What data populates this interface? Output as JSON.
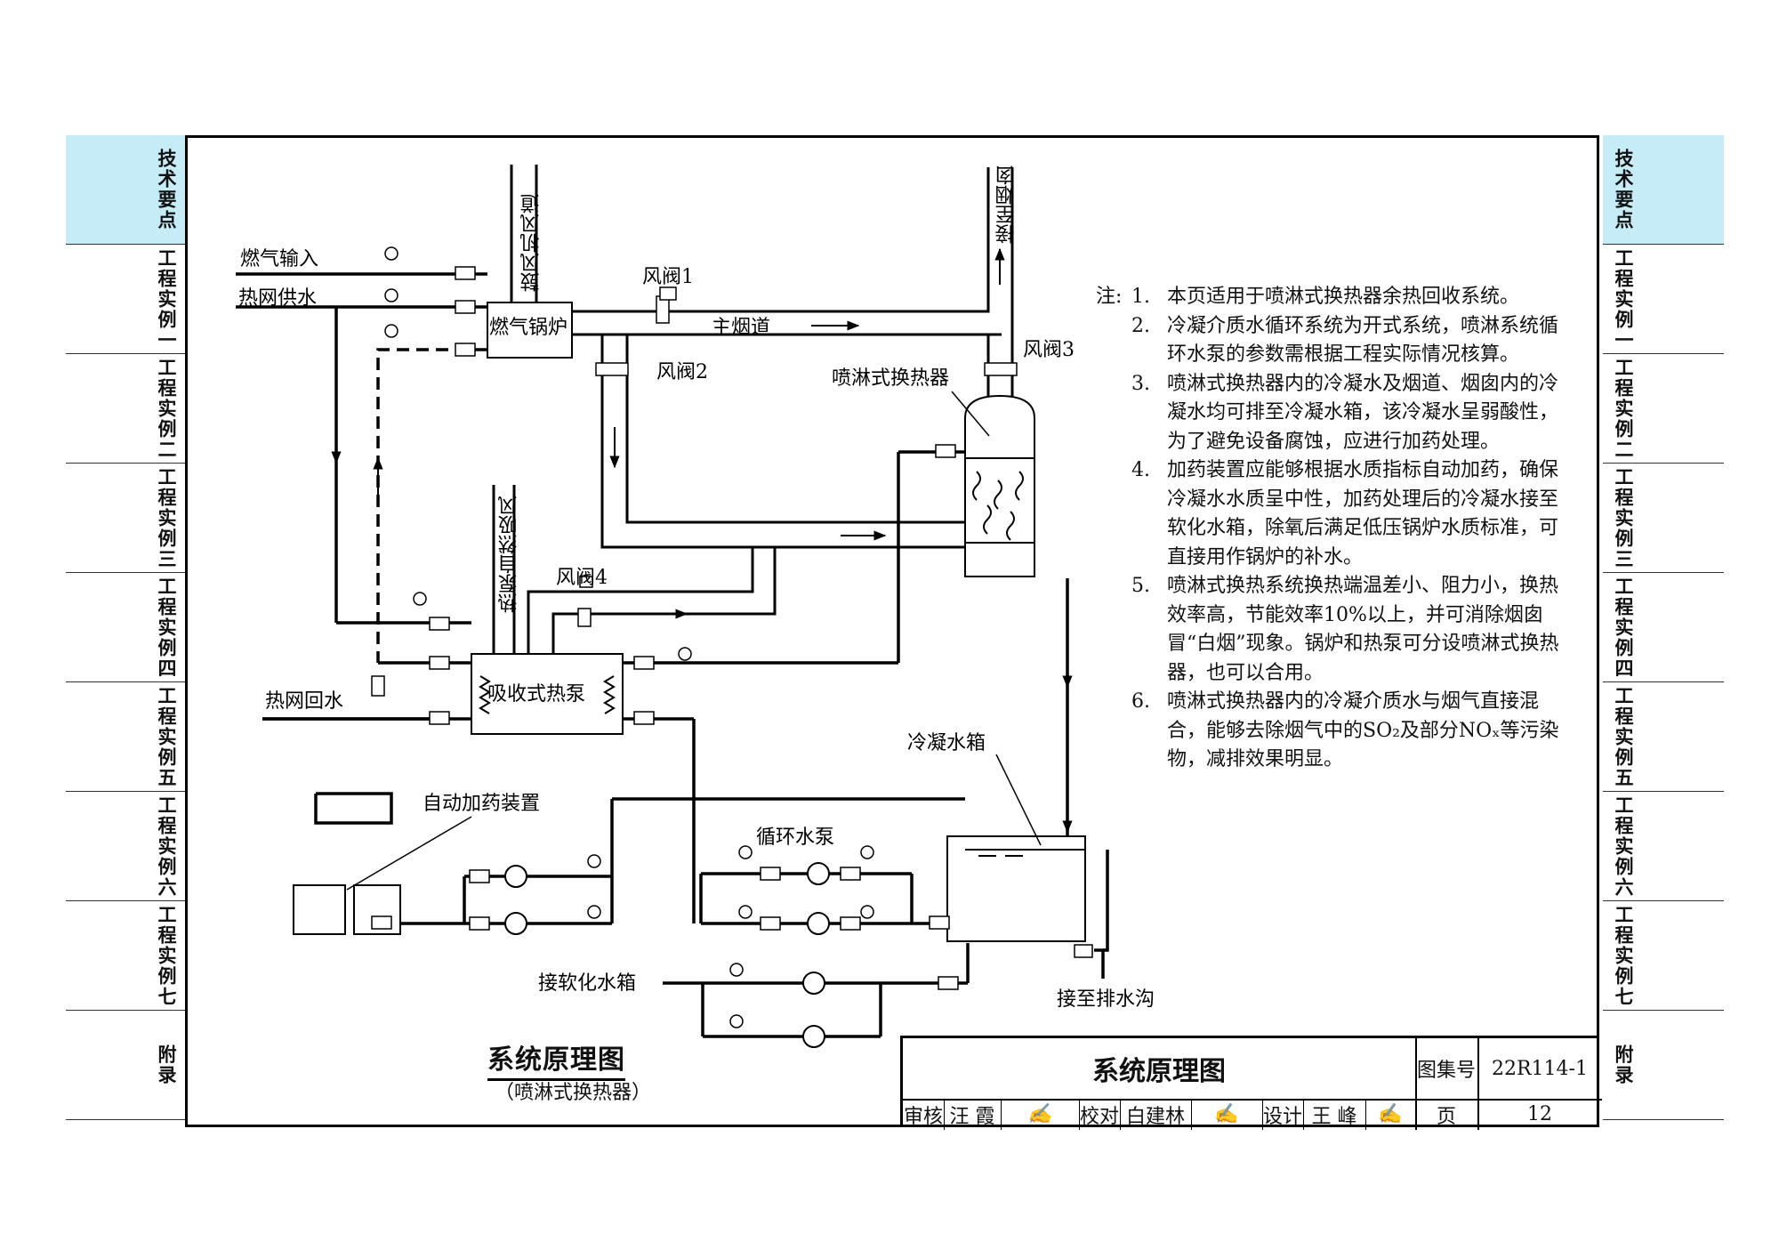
{
  "side_tabs": [
    "技术要点",
    "工程实例一",
    "工程实例二",
    "工程实例三",
    "工程实例四",
    "工程实例五",
    "工程实例六",
    "工程实例七",
    "附录"
  ],
  "diagram": {
    "gas_input": "燃气输入",
    "heat_supply": "热网供水",
    "heat_return": "热网回水",
    "gas_boiler": "燃气锅炉",
    "blower_air": "鼓风机风道",
    "to_chimney": "接至烟囱",
    "main_flue": "主烟道",
    "damper1": "风阀1",
    "damper2": "风阀2",
    "damper3": "风阀3",
    "damper4": "风阀4",
    "spray_hx": "喷淋式换热器",
    "hp_natural_air": "热泵自然吸风",
    "absorption_hp": "吸收式热泵",
    "condensate_tank": "冷凝水箱",
    "dosing_device": "自动加药装置",
    "circ_pump": "循环水泵",
    "to_softened_tank": "接软化水箱",
    "to_drain": "接至排水沟"
  },
  "notes": {
    "heading": "注:",
    "items": [
      {
        "num": "1.",
        "text": "本页适用于喷淋式换热器余热回收系统。"
      },
      {
        "num": "2.",
        "text": "冷凝介质水循环系统为开式系统，喷淋系统循环水泵的参数需根据工程实际情况核算。"
      },
      {
        "num": "3.",
        "text": "喷淋式换热器内的冷凝水及烟道、烟囱内的冷凝水均可排至冷凝水箱，该冷凝水呈弱酸性，为了避免设备腐蚀，应进行加药处理。"
      },
      {
        "num": "4.",
        "text": "加药装置应能够根据水质指标自动加药，确保冷凝水水质呈中性，加药处理后的冷凝水接至软化水箱，除氧后满足低压锅炉水质标准，可直接用作锅炉的补水。"
      },
      {
        "num": "5.",
        "text": "喷淋式换热系统换热端温差小、阻力小，换热效率高，节能效率10%以上，并可消除烟囱冒“白烟”现象。锅炉和热泵可分设喷淋式换热器，也可以合用。"
      },
      {
        "num": "6.",
        "text": "喷淋式换热器内的冷凝介质水与烟气直接混合，能够去除烟气中的SO₂及部分NOₓ等污染物，减排效果明显。"
      }
    ]
  },
  "title": {
    "main": "系统原理图",
    "sub": "（喷淋式换热器）"
  },
  "title_block": {
    "name": "系统原理图",
    "atlas_label": "图集号",
    "atlas_no": "22R114-1",
    "review_label": "审核",
    "reviewer": "汪 霞",
    "check_label": "校对",
    "checker": "白建林",
    "design_label": "设计",
    "designer": "王 峰",
    "page_label": "页",
    "page_no": "12"
  }
}
